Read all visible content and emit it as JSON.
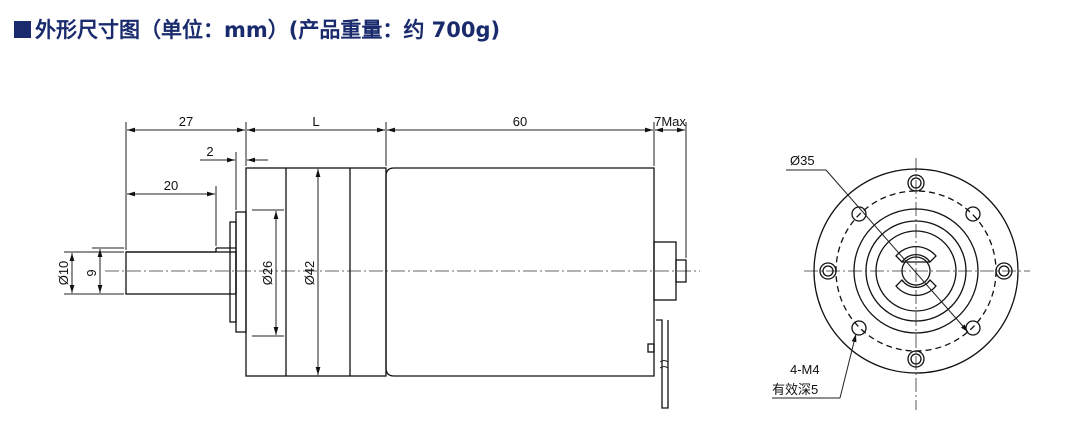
{
  "title": {
    "prefix": "■",
    "text": "外形尺寸图（单位：mm）(产品重量：约 700g)"
  },
  "dimensions": {
    "d27": "27",
    "dL": "L",
    "d60": "60",
    "d7max": "7Max",
    "d2": "2",
    "d20": "20",
    "d10": "Ø10",
    "d9": "9",
    "d26": "Ø26",
    "d42": "Ø42",
    "d35": "Ø35",
    "holes": "4-M4",
    "depth": "有效深5"
  },
  "colors": {
    "title": "#1a2b6d",
    "line": "#111111"
  }
}
